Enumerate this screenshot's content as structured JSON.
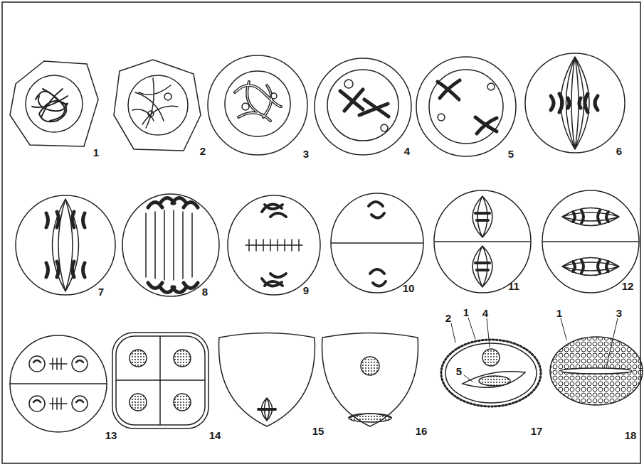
{
  "diagram": {
    "labels": [
      "1",
      "2",
      "3",
      "4",
      "5",
      "6",
      "7",
      "8",
      "9",
      "10",
      "11",
      "12",
      "13",
      "14",
      "15",
      "16",
      "17",
      "18",
      "1",
      "2",
      "4",
      "5",
      "1",
      "3"
    ]
  }
}
